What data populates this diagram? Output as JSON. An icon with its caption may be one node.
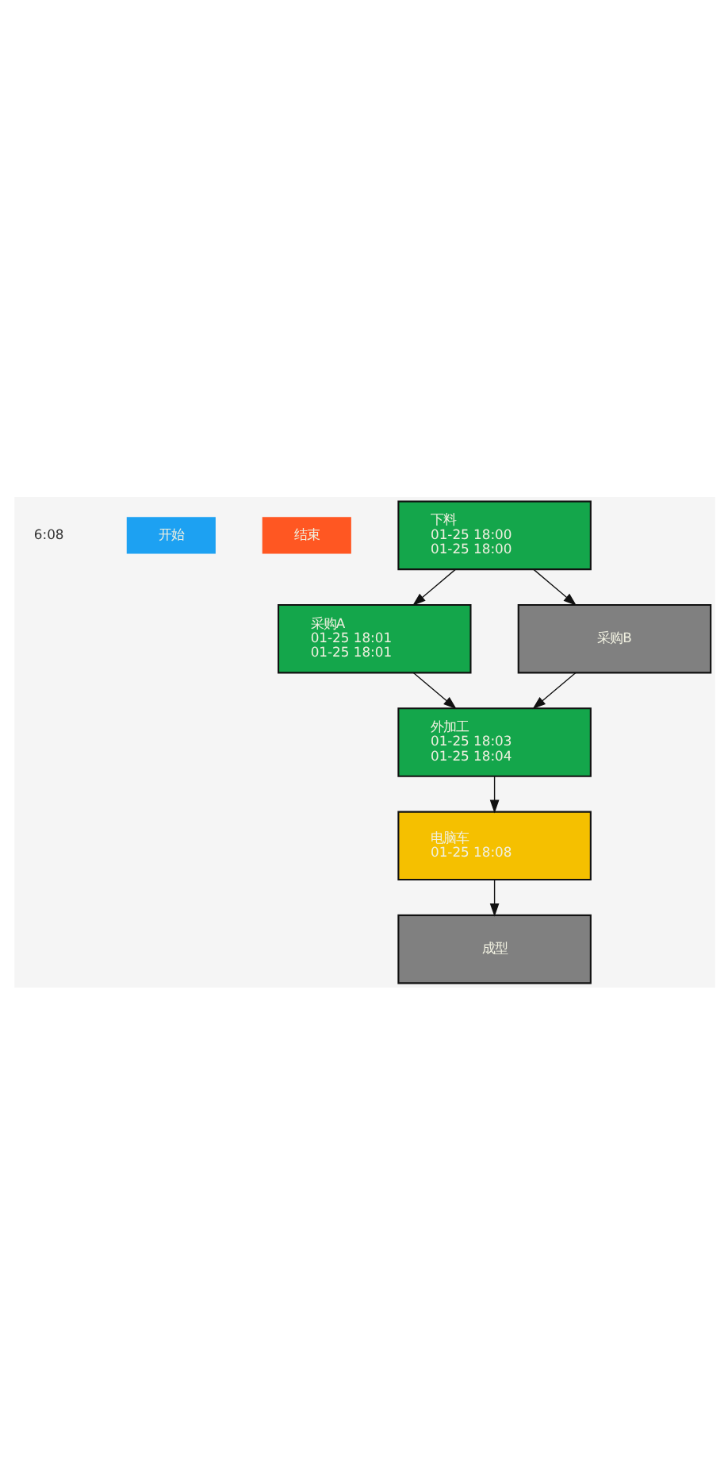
{
  "diagram": {
    "nodes": [
      {
        "text": [
          "开始"
        ]
      },
      {
        "text": [
          "结束"
        ]
      },
      {
        "text": [
          "下料",
          "01-25 18:00",
          "01-25 18:00"
        ]
      },
      {
        "text": [
          "采购A",
          "01-25 18:01",
          "01-25 18:01"
        ]
      },
      {
        "text": [
          "采购B"
        ]
      },
      {
        "text": [
          "外加工",
          "01-25 18:03",
          "01-25 18:04"
        ]
      },
      {
        "text": [
          "电脑车",
          "01-25 18:08"
        ]
      },
      {
        "text": [
          "成型"
        ]
      }
    ],
    "edges": [
      {
        "from": 2,
        "to": 3,
        "arrow": "to"
      },
      {
        "from": 2,
        "to": 4,
        "arrow": "to"
      },
      {
        "from": 3,
        "to": 5,
        "arrow": "to"
      },
      {
        "from": 4,
        "to": 5,
        "arrow": "to"
      },
      {
        "from": 5,
        "to": 6,
        "arrow": "to"
      },
      {
        "from": 6,
        "to": 7,
        "arrow": "to"
      }
    ],
    "labels": [
      "6:08"
    ]
  }
}
